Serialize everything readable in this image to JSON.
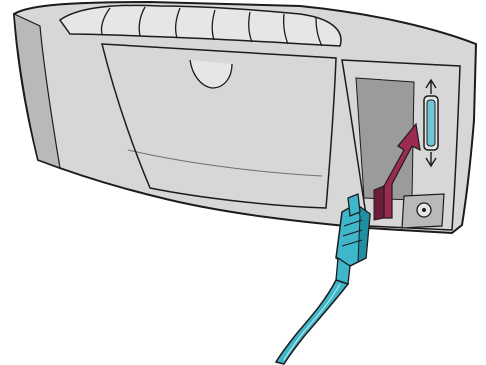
{
  "figure": {
    "subject": "printer-rear-panel",
    "elements": [
      "printer-body",
      "rear-access-door",
      "parallel-port",
      "connect-arrow",
      "power-socket",
      "cable-connector",
      "parallel-cable"
    ]
  },
  "colors": {
    "background": "#ffffff",
    "body": "#d7d7d7",
    "body_dark": "#b9b9b9",
    "body_light": "#e6e6e6",
    "outline": "#1c1c1c",
    "recess": "#9b9b9b",
    "port": "#6fc7d6",
    "arrow": "#9c2b52",
    "arrow_dark": "#6e1c3a",
    "cable": "#3fb6c9",
    "cable_dark": "#1f8fa1"
  }
}
